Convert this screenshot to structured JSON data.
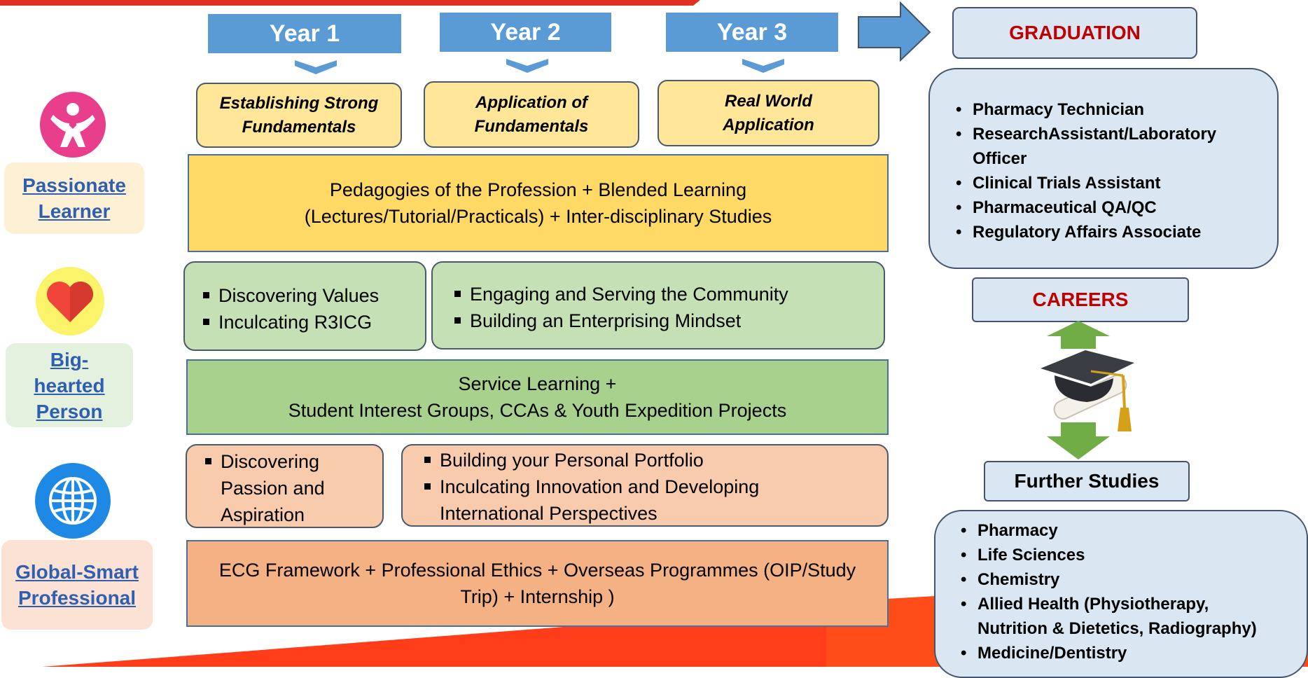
{
  "years": [
    {
      "label": "Year 1",
      "theme_line1": "Establishing Strong",
      "theme_line2": "Fundamentals"
    },
    {
      "label": "Year 2",
      "theme_line1": "Application of",
      "theme_line2": "Fundamentals"
    },
    {
      "label": "Year 3",
      "theme_line1": "Real World",
      "theme_line2": "Application"
    }
  ],
  "personas": [
    {
      "line1": "Passionate",
      "line2": "Learner",
      "icon": "person-heart-icon",
      "color": "#e83e8c"
    },
    {
      "line1": "Big-",
      "line2": "hearted",
      "line3": "Person",
      "icon": "heart-icon",
      "color": "#e63946"
    },
    {
      "line1": "Global-Smart",
      "line2": "Professional",
      "icon": "globe-icon",
      "color": "#1e88e5"
    }
  ],
  "bands": {
    "pedagogy_line1": "Pedagogies of the Profession + Blended Learning",
    "pedagogy_line2": "(Lectures/Tutorial/Practicals) + Inter-disciplinary Studies",
    "service_line1": "Service Learning +",
    "service_line2": "Student Interest Groups, CCAs & Youth Expedition Projects",
    "ecg_line1": "ECG Framework + Professional Ethics + Overseas Programmes (OIP/Study",
    "ecg_line2": "Trip) + Internship )"
  },
  "values_left": [
    "Discovering Values",
    "Inculcating R3ICG"
  ],
  "values_right": [
    "Engaging and Serving the Community",
    "Building an Enterprising Mindset"
  ],
  "passion_left": [
    "Discovering",
    "Passion and",
    "Aspiration"
  ],
  "passion_right": [
    "Building your Personal Portfolio",
    "Inculcating Innovation and Developing",
    "International Perspectives"
  ],
  "graduation": {
    "title": "GRADUATION"
  },
  "graduation_list": [
    "Pharmacy Technician",
    "ResearchAssistant/Laboratory",
    "Officer",
    "Clinical Trials Assistant",
    "Pharmaceutical QA/QC",
    "Regulatory Affairs Associate"
  ],
  "careers": {
    "title": "CAREERS"
  },
  "further": {
    "title": "Further Studies"
  },
  "further_list": [
    "Pharmacy",
    "Life Sciences",
    "Chemistry",
    "Allied Health (Physiotherapy,",
    "Nutrition & Dietetics, Radiography)",
    "Medicine/Dentistry"
  ],
  "colors": {
    "accent_blue": "#5b9bd5",
    "red": "#c00000",
    "swoosh": "#ff3d1a"
  }
}
